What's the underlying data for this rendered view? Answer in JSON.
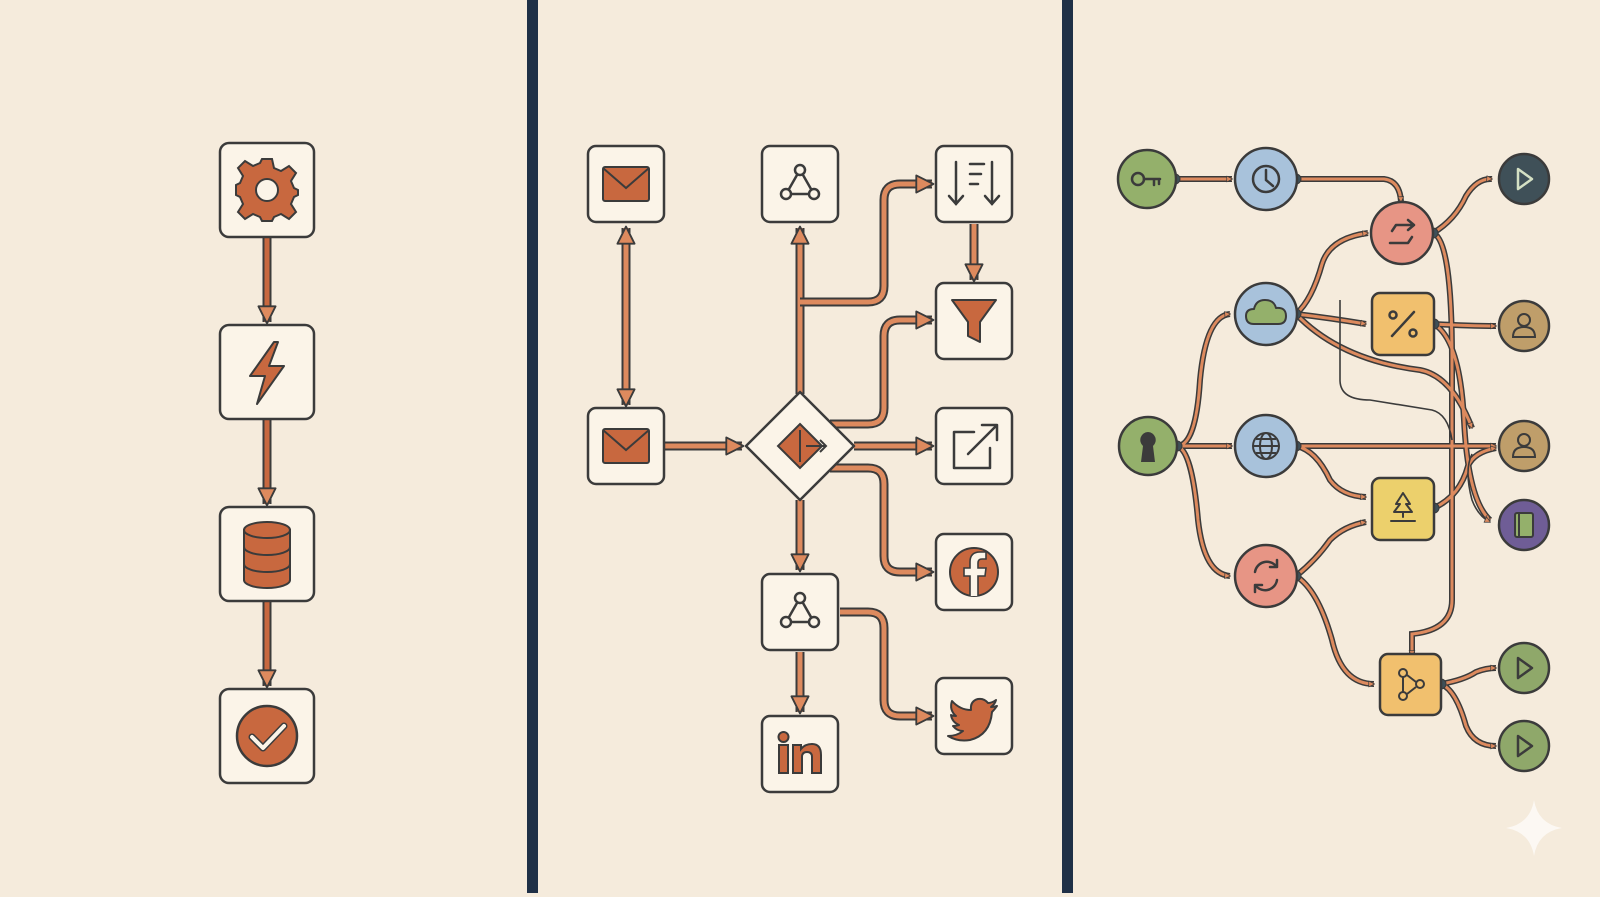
{
  "colors": {
    "background": "#f5ebdc",
    "divider": "#1f3047",
    "outline": "#3b3b3b",
    "card_fill": "#fbf4e8",
    "accent": "#c8683f",
    "accent_light": "#dd8a5e",
    "key_node": "#94b06b",
    "clock_node": "#a8c2db",
    "cloud_node": "#a8c2db",
    "globe_node": "#a8c2db",
    "swap_node": "#e79585",
    "sync_node": "#e79585",
    "percent_node": "#f1c06e",
    "tree_node": "#ecd06c",
    "share_node": "#f1c06e",
    "user_node": "#bf9e6a",
    "book_node": "#6f5d96",
    "play_node_dark": "#3f5058",
    "play_node_green": "#8fa86a"
  },
  "panels": [
    {
      "id": "linear-pipeline",
      "nodes": [
        {
          "id": "settings",
          "icon": "gear-icon"
        },
        {
          "id": "trigger",
          "icon": "lightning-icon"
        },
        {
          "id": "database",
          "icon": "database-icon"
        },
        {
          "id": "done",
          "icon": "check-circle-icon"
        }
      ],
      "edges": [
        [
          "settings",
          "trigger"
        ],
        [
          "trigger",
          "database"
        ],
        [
          "database",
          "done"
        ]
      ]
    },
    {
      "id": "branching-router",
      "nodes": [
        {
          "id": "mail-top",
          "icon": "mail-icon"
        },
        {
          "id": "mail-input",
          "icon": "mail-icon"
        },
        {
          "id": "router",
          "icon": "router-diamond-icon"
        },
        {
          "id": "webhook-top",
          "icon": "webhook-icon"
        },
        {
          "id": "webhook-bottom",
          "icon": "webhook-icon"
        },
        {
          "id": "linkedin",
          "icon": "linkedin-icon"
        },
        {
          "id": "sort",
          "icon": "sort-icon"
        },
        {
          "id": "filter",
          "icon": "filter-icon"
        },
        {
          "id": "export",
          "icon": "external-link-icon"
        },
        {
          "id": "facebook",
          "icon": "facebook-icon"
        },
        {
          "id": "twitter",
          "icon": "twitter-icon"
        }
      ],
      "edges": [
        [
          "mail-top",
          "mail-input"
        ],
        [
          "mail-input",
          "router"
        ],
        [
          "router",
          "webhook-top"
        ],
        [
          "router",
          "sort"
        ],
        [
          "sort",
          "filter"
        ],
        [
          "router",
          "filter"
        ],
        [
          "router",
          "export"
        ],
        [
          "router",
          "facebook"
        ],
        [
          "router",
          "webhook-bottom"
        ],
        [
          "webhook-bottom",
          "linkedin"
        ],
        [
          "webhook-bottom",
          "twitter"
        ]
      ]
    },
    {
      "id": "network-graph",
      "nodes": [
        {
          "id": "key",
          "icon": "key-icon"
        },
        {
          "id": "keyhole",
          "icon": "keyhole-icon"
        },
        {
          "id": "clock",
          "icon": "clock-icon"
        },
        {
          "id": "cloud",
          "icon": "cloud-icon"
        },
        {
          "id": "globe",
          "icon": "globe-icon"
        },
        {
          "id": "sync",
          "icon": "sync-icon"
        },
        {
          "id": "swap",
          "icon": "swap-icon"
        },
        {
          "id": "percent",
          "icon": "percent-icon"
        },
        {
          "id": "tree",
          "icon": "tree-icon"
        },
        {
          "id": "share",
          "icon": "share-icon"
        },
        {
          "id": "play-top",
          "icon": "play-icon"
        },
        {
          "id": "user-a",
          "icon": "user-icon"
        },
        {
          "id": "user-b",
          "icon": "user-icon"
        },
        {
          "id": "book",
          "icon": "book-icon"
        },
        {
          "id": "play-mid",
          "icon": "play-icon"
        },
        {
          "id": "play-bottom",
          "icon": "play-icon"
        }
      ],
      "edges": [
        [
          "key",
          "clock"
        ],
        [
          "clock",
          "swap"
        ],
        [
          "swap",
          "play-top"
        ],
        [
          "keyhole",
          "cloud"
        ],
        [
          "keyhole",
          "globe"
        ],
        [
          "keyhole",
          "sync"
        ],
        [
          "cloud",
          "swap"
        ],
        [
          "cloud",
          "percent"
        ],
        [
          "cloud",
          "user-b"
        ],
        [
          "percent",
          "user-a"
        ],
        [
          "percent",
          "book"
        ],
        [
          "globe",
          "user-b"
        ],
        [
          "globe",
          "tree"
        ],
        [
          "sync",
          "tree"
        ],
        [
          "sync",
          "share"
        ],
        [
          "tree",
          "user-b"
        ],
        [
          "swap",
          "share"
        ],
        [
          "share",
          "play-mid"
        ],
        [
          "share",
          "play-bottom"
        ]
      ]
    }
  ]
}
